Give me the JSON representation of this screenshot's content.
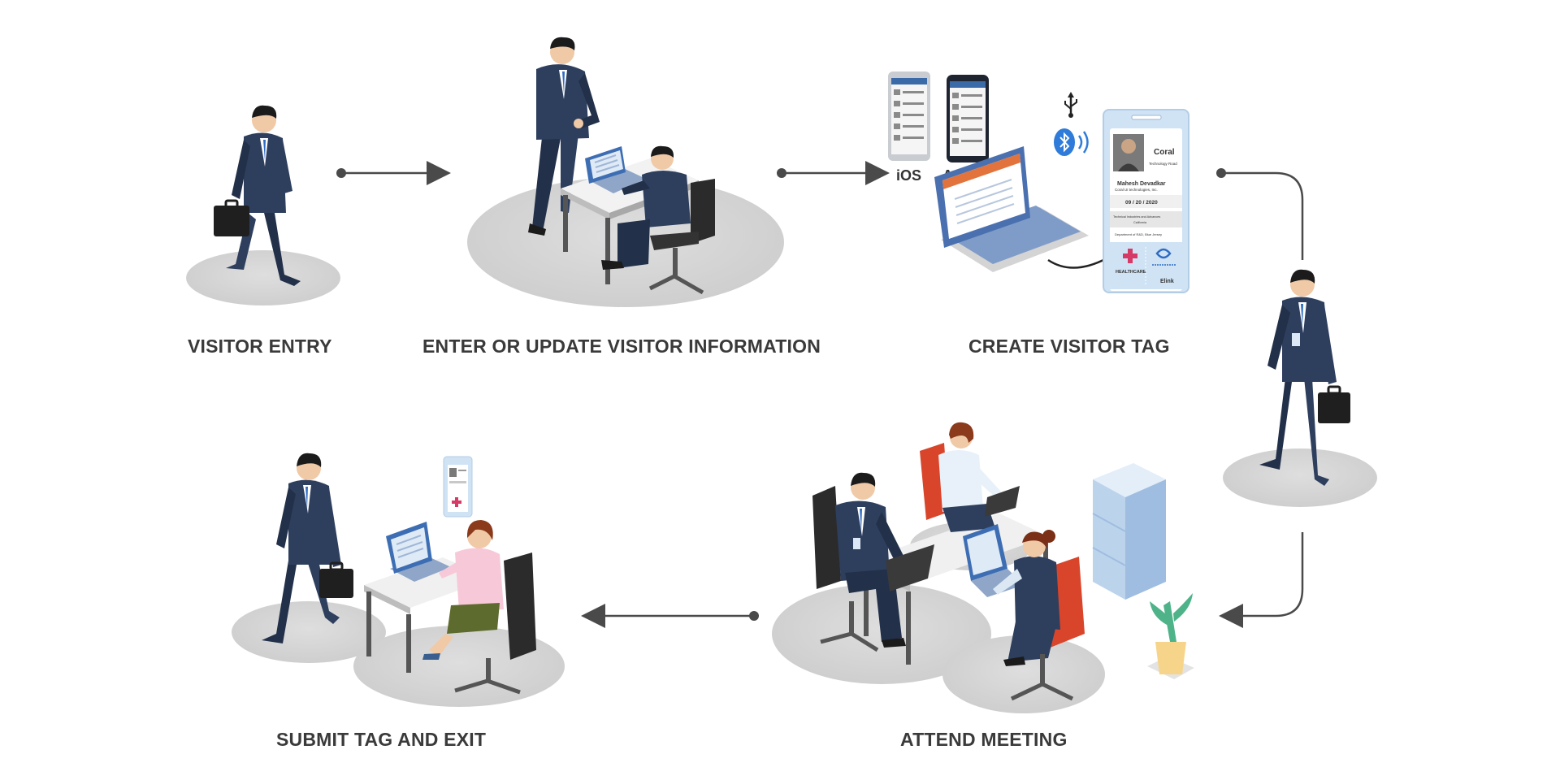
{
  "steps": [
    {
      "id": "visitor-entry",
      "label": "VISITOR ENTRY"
    },
    {
      "id": "enter-update",
      "label": "ENTER OR UPDATE VISITOR INFORMATION"
    },
    {
      "id": "create-tag",
      "label": "CREATE VISITOR TAG"
    },
    {
      "id": "attend-meeting",
      "label": "ATTEND MEETING"
    },
    {
      "id": "submit-exit",
      "label": "SUBMIT TAG AND EXIT"
    }
  ],
  "platforms": {
    "ios": "iOS",
    "android": "Android"
  },
  "badge": {
    "brand": "Coral",
    "tagline": "Technology Road",
    "name": "Mahesh Devadkar",
    "company": "Coral UI technologies, Inc.",
    "date": "09 / 20 / 2020",
    "address_line1": "Technical Industries and Advances",
    "address_line2": "California",
    "department": "Department of R&D, Blue Jersey",
    "logo_left": "HEALTHCARE",
    "logo_right": "Elink"
  },
  "colors": {
    "suit": "#2e3f5e",
    "suit_dark": "#223049",
    "skin": "#f0c9a6",
    "hair": "#1b1b1b",
    "platform": "#d6d6d6",
    "arrow": "#4a4a4a",
    "laptop": "#5b7fb8",
    "chair": "#2b2b2b",
    "chair_red": "#d9452b",
    "badge": "#cfe3f5",
    "cabinet": "#bcd3ec"
  },
  "icons": [
    "usb-icon",
    "bluetooth-icon"
  ]
}
